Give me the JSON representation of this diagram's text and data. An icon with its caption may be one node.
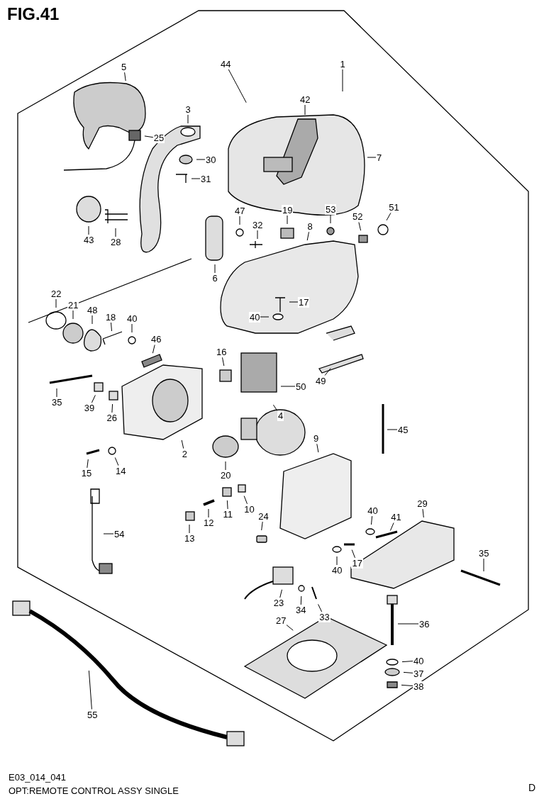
{
  "diagram": {
    "title": "FIG.41",
    "nodes": [
      {
        "text": [
          "1"
        ]
      },
      {
        "text": [
          "5"
        ]
      },
      {
        "text": [
          "44"
        ]
      },
      {
        "text": [
          "42"
        ]
      },
      {
        "text": [
          "3"
        ]
      },
      {
        "text": [
          "25"
        ]
      },
      {
        "text": [
          "7"
        ]
      },
      {
        "text": [
          "30"
        ]
      },
      {
        "text": [
          "31"
        ]
      },
      {
        "text": [
          "47"
        ]
      },
      {
        "text": [
          "32"
        ]
      },
      {
        "text": [
          "19"
        ]
      },
      {
        "text": [
          "53"
        ]
      },
      {
        "text": [
          "52"
        ]
      },
      {
        "text": [
          "51"
        ]
      },
      {
        "text": [
          "43"
        ]
      },
      {
        "text": [
          "28"
        ]
      },
      {
        "text": [
          "8"
        ]
      },
      {
        "text": [
          "6"
        ]
      },
      {
        "text": [
          "17"
        ]
      },
      {
        "text": [
          "40"
        ]
      },
      {
        "text": [
          "22"
        ]
      },
      {
        "text": [
          "21"
        ]
      },
      {
        "text": [
          "48"
        ]
      },
      {
        "text": [
          "18"
        ]
      },
      {
        "text": [
          "40"
        ]
      },
      {
        "text": [
          "46"
        ]
      },
      {
        "text": [
          "16"
        ]
      },
      {
        "text": [
          "49"
        ]
      },
      {
        "text": [
          "50"
        ]
      },
      {
        "text": [
          "35"
        ]
      },
      {
        "text": [
          "39"
        ]
      },
      {
        "text": [
          "26"
        ]
      },
      {
        "text": [
          "4"
        ]
      },
      {
        "text": [
          "45"
        ]
      },
      {
        "text": [
          "2"
        ]
      },
      {
        "text": [
          "9"
        ]
      },
      {
        "text": [
          "20"
        ]
      },
      {
        "text": [
          "15"
        ]
      },
      {
        "text": [
          "14"
        ]
      },
      {
        "text": [
          "10"
        ]
      },
      {
        "text": [
          "11"
        ]
      },
      {
        "text": [
          "12"
        ]
      },
      {
        "text": [
          "13"
        ]
      },
      {
        "text": [
          "54"
        ]
      },
      {
        "text": [
          "40"
        ]
      },
      {
        "text": [
          "29"
        ]
      },
      {
        "text": [
          "41"
        ]
      },
      {
        "text": [
          "24"
        ]
      },
      {
        "text": [
          "40"
        ]
      },
      {
        "text": [
          "17"
        ]
      },
      {
        "text": [
          "35"
        ]
      },
      {
        "text": [
          "23"
        ]
      },
      {
        "text": [
          "34"
        ]
      },
      {
        "text": [
          "33"
        ]
      },
      {
        "text": [
          "27"
        ]
      },
      {
        "text": [
          "36"
        ]
      },
      {
        "text": [
          "40"
        ]
      },
      {
        "text": [
          "37"
        ]
      },
      {
        "text": [
          "38"
        ]
      },
      {
        "text": [
          "55"
        ]
      }
    ],
    "edges": [
      {
        "from": 0,
        "to": null,
        "arrow": "none"
      },
      {
        "from": 1,
        "to": null,
        "arrow": "none"
      },
      {
        "from": 2,
        "to": null,
        "arrow": "none"
      },
      {
        "from": 3,
        "to": null,
        "arrow": "none"
      },
      {
        "from": 4,
        "to": null,
        "arrow": "none"
      },
      {
        "from": 5,
        "to": null,
        "arrow": "none"
      },
      {
        "from": 6,
        "to": null,
        "arrow": "none"
      },
      {
        "from": 7,
        "to": null,
        "arrow": "none"
      },
      {
        "from": 8,
        "to": null,
        "arrow": "none"
      },
      {
        "from": 9,
        "to": null,
        "arrow": "none"
      },
      {
        "from": 10,
        "to": null,
        "arrow": "none"
      },
      {
        "from": 11,
        "to": null,
        "arrow": "none"
      },
      {
        "from": 12,
        "to": null,
        "arrow": "none"
      },
      {
        "from": 13,
        "to": null,
        "arrow": "none"
      },
      {
        "from": 14,
        "to": null,
        "arrow": "none"
      },
      {
        "from": 15,
        "to": null,
        "arrow": "none"
      },
      {
        "from": 16,
        "to": null,
        "arrow": "none"
      },
      {
        "from": 17,
        "to": null,
        "arrow": "none"
      },
      {
        "from": 18,
        "to": null,
        "arrow": "none"
      },
      {
        "from": 19,
        "to": null,
        "arrow": "none"
      },
      {
        "from": 20,
        "to": null,
        "arrow": "none"
      },
      {
        "from": 21,
        "to": null,
        "arrow": "none"
      },
      {
        "from": 22,
        "to": null,
        "arrow": "none"
      },
      {
        "from": 23,
        "to": null,
        "arrow": "none"
      },
      {
        "from": 24,
        "to": null,
        "arrow": "none"
      },
      {
        "from": 25,
        "to": null,
        "arrow": "none"
      },
      {
        "from": 26,
        "to": null,
        "arrow": "none"
      },
      {
        "from": 27,
        "to": null,
        "arrow": "none"
      },
      {
        "from": 28,
        "to": null,
        "arrow": "none"
      },
      {
        "from": 29,
        "to": null,
        "arrow": "none"
      },
      {
        "from": 30,
        "to": null,
        "arrow": "none"
      },
      {
        "from": 31,
        "to": null,
        "arrow": "none"
      },
      {
        "from": 32,
        "to": null,
        "arrow": "none"
      },
      {
        "from": 33,
        "to": null,
        "arrow": "none"
      },
      {
        "from": 34,
        "to": null,
        "arrow": "none"
      },
      {
        "from": 35,
        "to": null,
        "arrow": "none"
      },
      {
        "from": 36,
        "to": null,
        "arrow": "none"
      },
      {
        "from": 37,
        "to": null,
        "arrow": "none"
      },
      {
        "from": 38,
        "to": null,
        "arrow": "none"
      },
      {
        "from": 39,
        "to": null,
        "arrow": "none"
      },
      {
        "from": 40,
        "to": null,
        "arrow": "none"
      },
      {
        "from": 41,
        "to": null,
        "arrow": "none"
      },
      {
        "from": 42,
        "to": null,
        "arrow": "none"
      },
      {
        "from": 43,
        "to": null,
        "arrow": "none"
      },
      {
        "from": 44,
        "to": null,
        "arrow": "none"
      },
      {
        "from": 45,
        "to": null,
        "arrow": "none"
      },
      {
        "from": 46,
        "to": null,
        "arrow": "none"
      },
      {
        "from": 47,
        "to": null,
        "arrow": "none"
      },
      {
        "from": 48,
        "to": null,
        "arrow": "none"
      },
      {
        "from": 49,
        "to": null,
        "arrow": "none"
      },
      {
        "from": 50,
        "to": null,
        "arrow": "none"
      },
      {
        "from": 51,
        "to": null,
        "arrow": "none"
      },
      {
        "from": 52,
        "to": null,
        "arrow": "none"
      },
      {
        "from": 53,
        "to": null,
        "arrow": "none"
      },
      {
        "from": 54,
        "to": null,
        "arrow": "none"
      },
      {
        "from": 55,
        "to": null,
        "arrow": "none"
      },
      {
        "from": 56,
        "to": null,
        "arrow": "none"
      },
      {
        "from": 57,
        "to": null,
        "arrow": "none"
      },
      {
        "from": 58,
        "to": null,
        "arrow": "none"
      },
      {
        "from": 59,
        "to": null,
        "arrow": "none"
      },
      {
        "from": 60,
        "to": null,
        "arrow": "none"
      }
    ],
    "labels": [
      "E03_014_041",
      "OPT:REMOTE CONTROL ASSY SINGLE",
      "D"
    ]
  }
}
